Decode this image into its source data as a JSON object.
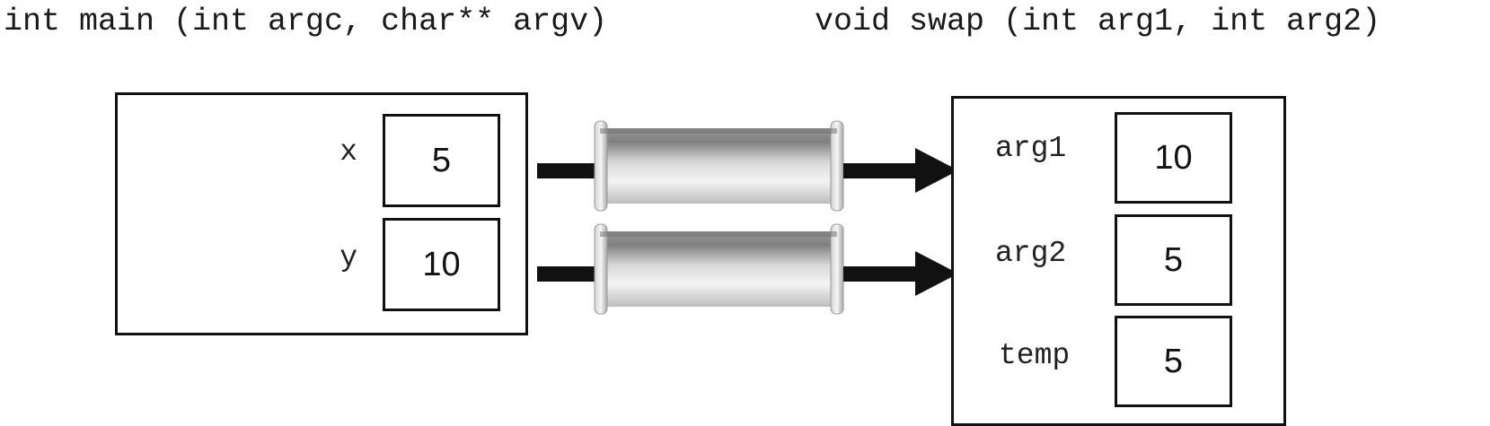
{
  "main_function": {
    "signature": "int main (int argc, char** argv)",
    "variables": [
      {
        "name": "x",
        "value": "5"
      },
      {
        "name": "y",
        "value": "10"
      }
    ]
  },
  "swap_function": {
    "signature": "void swap (int arg1, int arg2)",
    "variables": [
      {
        "name": "arg1",
        "value": "10"
      },
      {
        "name": "arg2",
        "value": "5"
      },
      {
        "name": "temp",
        "value": "5"
      }
    ]
  },
  "colors": {
    "ink": "#111111",
    "pipe_light": "#f2f2f2",
    "pipe_dark": "#8a8a8a"
  },
  "icons": [
    "pipe-icon",
    "arrow-icon"
  ]
}
